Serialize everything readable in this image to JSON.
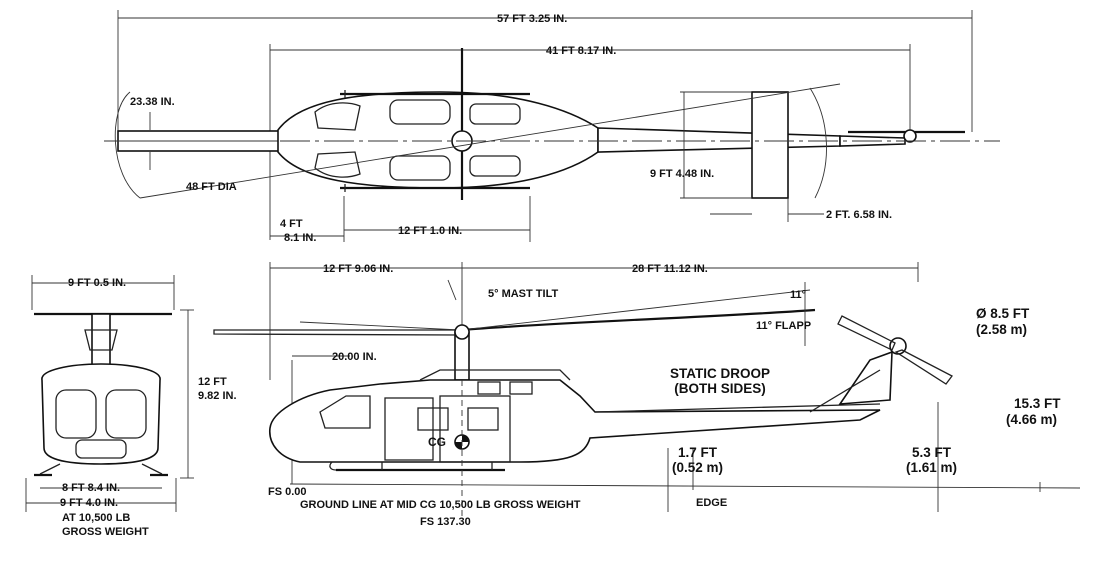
{
  "labels": {
    "overall_length": "57 FT 3.25 IN.",
    "fuselage_length": "41 FT 8.17 IN.",
    "boom_width": "23.38 IN.",
    "rotor_dia": "48 FT DIA",
    "stab_span": "9 FT 4.48 IN.",
    "nose_offset_a": "4 FT",
    "nose_offset_b": "8.1 IN.",
    "skid_length": "12 FT 1.0 IN.",
    "stab_chord": "2 FT. 6.58 IN.",
    "front_width": "9 FT 0.5 IN.",
    "front_height_a": "12 FT",
    "front_height_b": "9.82 IN.",
    "skid_track": "8 FT 8.4 IN.",
    "gear_width": "9 FT 4.0 IN.",
    "gear_note_a": "AT 10,500 LB",
    "gear_note_b": "GROSS WEIGHT",
    "nose_to_mast": "12 FT 9.06 IN.",
    "mast_to_tail": "28 FT 11.12 IN.",
    "mast_tilt": "5° MAST TILT",
    "flap_up": "11°",
    "flap_down": "11° FLAPP",
    "hub_height": "20.00 IN.",
    "static_droop_a": "STATIC DROOP",
    "static_droop_b": "(BOTH SIDES)",
    "tail_rotor_dia_a": "Ø 8.5 FT",
    "tail_rotor_dia_b": "(2.58 m)",
    "tail_height_a": "15.3 FT",
    "tail_height_b": "(4.66 m)",
    "ground_clear_a": "1.7 FT",
    "ground_clear_b": "(0.52 m)",
    "tail_clear_a": "5.3 FT",
    "tail_clear_b": "(1.61 m)",
    "edge": "EDGE",
    "fs_zero": "FS 0.00",
    "ground_line": "GROUND LINE AT MID CG 10,500 LB GROSS WEIGHT",
    "fs_cg": "FS 137.30",
    "cg": "CG"
  }
}
